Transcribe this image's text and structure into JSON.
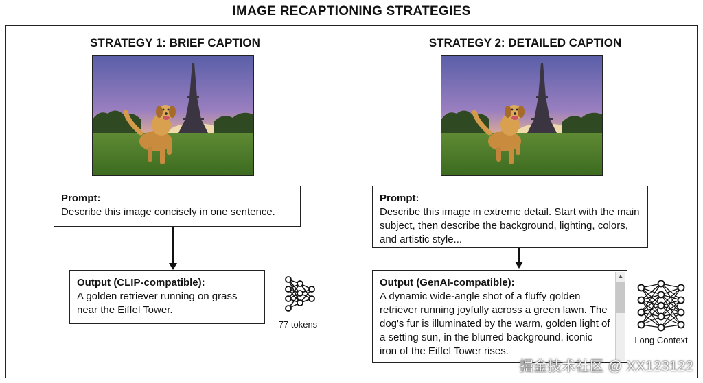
{
  "title": "IMAGE RECAPTIONING STRATEGIES",
  "left": {
    "heading": "STRATEGY 1: BRIEF CAPTION",
    "prompt_label": "Prompt:",
    "prompt_text": "Describe this image concisely in one sentence.",
    "output_label": "Output (CLIP-compatible):",
    "output_text": "A golden retriever running on grass near the Eiffel Tower.",
    "model_label": "77 tokens"
  },
  "right": {
    "heading": "STRATEGY 2: DETAILED CAPTION",
    "prompt_label": "Prompt:",
    "prompt_text": "Describe this image in extreme detail. Start with the main subject, then describe the background, lighting, colors, and artistic style...",
    "output_label": "Output (GenAI-compatible):",
    "output_text": "A dynamic wide-angle shot of a fluffy golden retriever running joyfully across a green lawn. The dog's fur is illuminated by the warm, golden light of a setting sun, in the blurred background, iconic iron of the Eiffel Tower rises.",
    "model_label": "Long Context"
  },
  "watermark": "掘金技术社区 @ XX123122",
  "icons": {
    "photo": "dog-eiffel-photo",
    "network": "neural-network-icon",
    "scroll": "scroll-up-icon"
  }
}
